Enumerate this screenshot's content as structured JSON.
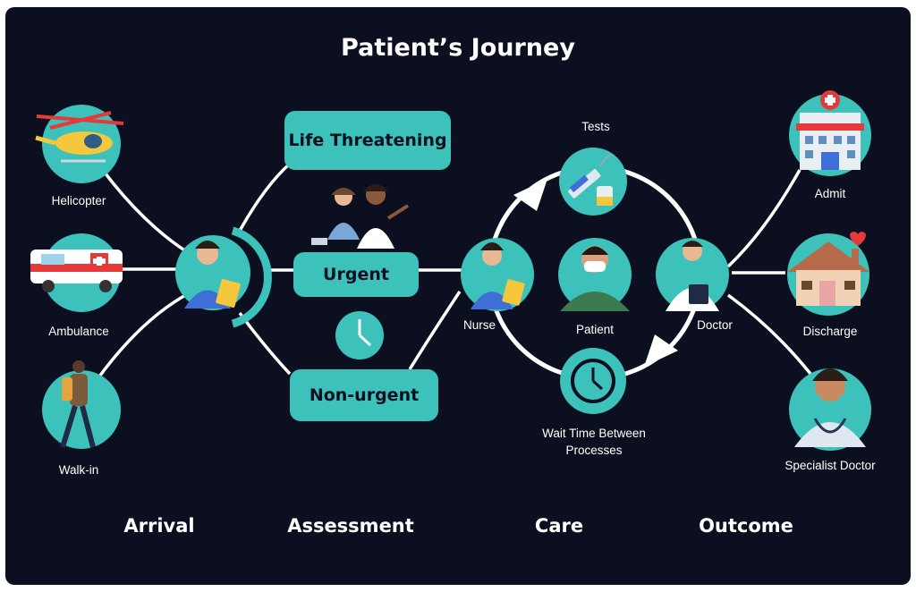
{
  "title": "Patient’s Journey",
  "arrival": {
    "helicopter": "Helicopter",
    "ambulance": "Ambulance",
    "walk_in": "Walk-in"
  },
  "assessment": {
    "life_threatening": "Life Threatening",
    "urgent": "Urgent",
    "non_urgent": "Non-urgent"
  },
  "care": {
    "tests": "Tests",
    "nurse": "Nurse",
    "patient": "Patient",
    "doctor": "Doctor",
    "wait_time": "Wait Time Between Processes"
  },
  "outcome": {
    "admit": "Admit",
    "discharge": "Discharge",
    "specialist": "Specialist Doctor"
  },
  "stages": [
    "Arrival",
    "Assessment",
    "Care",
    "Outcome"
  ],
  "colors": {
    "background": "#0c0f1f",
    "teal": "#3cc2bb",
    "white": "#ffffff"
  }
}
